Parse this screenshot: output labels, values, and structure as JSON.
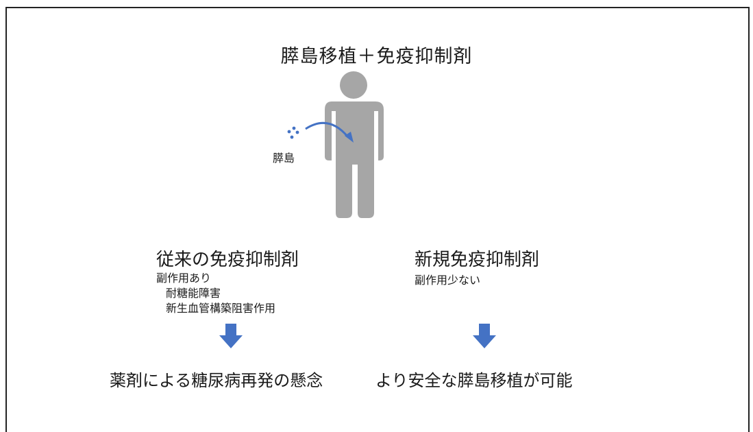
{
  "title": "膵島移植＋免疫抑制剤",
  "islet_label": "膵島",
  "left": {
    "heading": "従来の免疫抑制剤",
    "sub": "副作用あり",
    "effects": [
      "耐糖能障害",
      "新生血管構築阻害作用"
    ],
    "result": "薬剤による糖尿病再発の懸念"
  },
  "right": {
    "heading": "新規免疫抑制剤",
    "sub": "副作用少ない",
    "result": "より安全な膵島移植が可能"
  },
  "colors": {
    "person": "#a6a6a6",
    "arrow": "#4472c4",
    "islet": "#4472c4"
  },
  "icons": {
    "person": "person-icon",
    "down_arrow": "down-arrow-icon",
    "curved_arrow": "curved-arrow-icon"
  }
}
